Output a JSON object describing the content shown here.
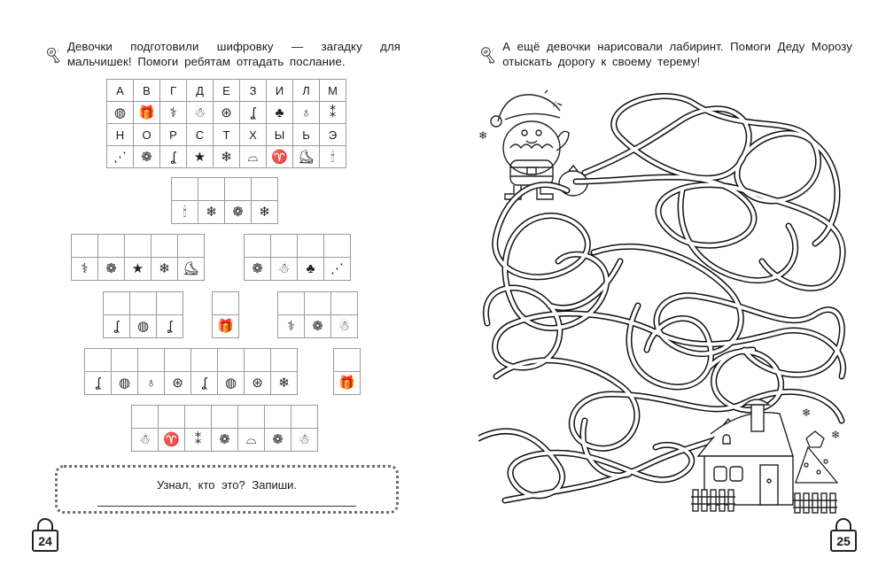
{
  "left_page": {
    "instruction": "Девочки подготовили шифровку — загадку для мальчишек! Помоги ребятам отгадать послание.",
    "key_table": {
      "row1_letters": [
        "А",
        "В",
        "Г",
        "Д",
        "Е",
        "З",
        "И",
        "Л",
        "М"
      ],
      "row1_symbols": [
        "snow-globe",
        "gift",
        "candy-cane",
        "snowman",
        "ornament",
        "stocking",
        "tree",
        "gingerbread",
        "snowflakes"
      ],
      "row2_letters": [
        "Н",
        "О",
        "Р",
        "С",
        "Т",
        "Х",
        "Ы",
        "Ь",
        "Э"
      ],
      "row2_symbols": [
        "party-popper",
        "wreath",
        "stocking",
        "star",
        "snowflake",
        "santa-hat",
        "reindeer",
        "sleigh",
        "candle"
      ]
    },
    "glyphs": {
      "snow-globe": "◍",
      "gift": "🎁",
      "candy-cane": "⚕",
      "snowman": "☃",
      "ornament": "⊛",
      "stocking": "ʆ",
      "tree": "♣",
      "gingerbread": "♁",
      "snowflakes": "⁑",
      "party-popper": "⋰",
      "wreath": "❁",
      "star": "★",
      "snowflake": "❄",
      "santa-hat": "⌓",
      "reindeer": "♈",
      "sleigh": "⛸",
      "candle": "🕯"
    },
    "words": [
      {
        "symbols": [
          "candle",
          "snowflake",
          "wreath",
          "snowflake"
        ]
      },
      {
        "symbols": [
          "candy-cane",
          "wreath",
          "star",
          "snowflake",
          "sleigh"
        ]
      },
      {
        "symbols": [
          "wreath",
          "snowman",
          "tree",
          "party-popper"
        ]
      },
      {
        "symbols": [
          "stocking",
          "snow-globe",
          "stocking"
        ]
      },
      {
        "symbols": [
          "gift"
        ]
      },
      {
        "symbols": [
          "candy-cane",
          "wreath",
          "snowman"
        ]
      },
      {
        "symbols": [
          "stocking",
          "snow-globe",
          "gingerbread",
          "ornament",
          "stocking",
          "snow-globe",
          "ornament",
          "snowflake"
        ]
      },
      {
        "symbols": [
          "gift"
        ]
      },
      {
        "symbols": [
          "snowman",
          "reindeer",
          "snowflakes",
          "wreath",
          "santa-hat",
          "wreath",
          "snowman"
        ]
      }
    ],
    "answer_prompt": "Узнал, кто это? Запиши.",
    "page_number": "24"
  },
  "right_page": {
    "instruction": "А ещё девочки нарисовали лабиринт. Помоги Деду Морозу отыскать дорогу к своему терему!",
    "page_number": "25",
    "illustrations": [
      "santa-claus",
      "tangled-maze",
      "snowy-house",
      "christmas-tree"
    ]
  }
}
